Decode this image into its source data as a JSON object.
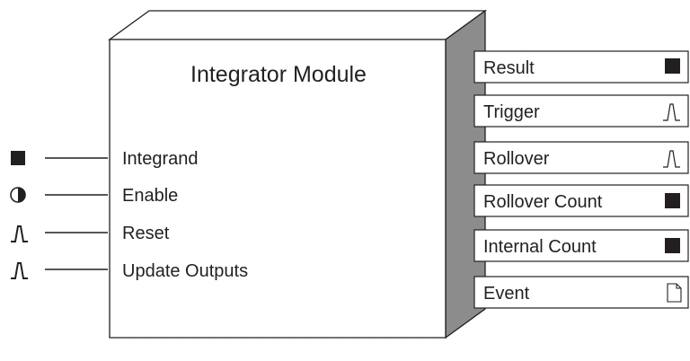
{
  "module": {
    "title": "Integrator Module"
  },
  "inputs": [
    {
      "label": "Integrand",
      "icon": "numeric-square-icon"
    },
    {
      "label": "Enable",
      "icon": "boolean-half-circle-icon"
    },
    {
      "label": "Reset",
      "icon": "pulse-icon"
    },
    {
      "label": "Update Outputs",
      "icon": "pulse-icon"
    }
  ],
  "outputs": [
    {
      "label": "Result",
      "icon": "numeric-square-icon"
    },
    {
      "label": "Trigger",
      "icon": "pulse-icon"
    },
    {
      "label": "Rollover",
      "icon": "pulse-icon"
    },
    {
      "label": "Rollover Count",
      "icon": "numeric-square-icon"
    },
    {
      "label": "Internal Count",
      "icon": "numeric-square-icon"
    },
    {
      "label": "Event",
      "icon": "event-document-icon"
    }
  ],
  "colors": {
    "line": "#231f20",
    "side_face": "#8c8c8c",
    "fill": "#ffffff"
  }
}
